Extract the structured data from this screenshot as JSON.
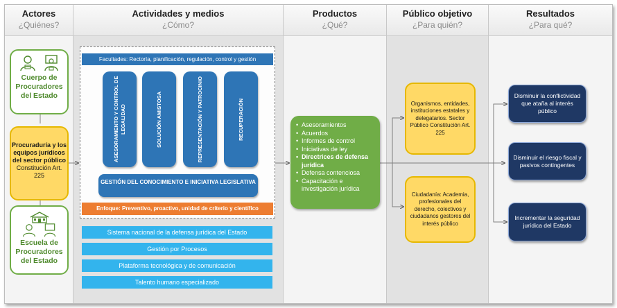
{
  "columns": [
    {
      "title": "Actores",
      "subtitle": "¿Quiénes?"
    },
    {
      "title": "Actividades y medios",
      "subtitle": "¿Cómo?"
    },
    {
      "title": "Productos",
      "subtitle": "¿Qué?"
    },
    {
      "title": "Público objetivo",
      "subtitle": "¿Para quién?"
    },
    {
      "title": "Resultados",
      "subtitle": "¿Para qué?"
    }
  ],
  "actors": {
    "top": "Cuerpo de Procuradores del Estado",
    "middle_bold": "Procuraduría y los equipos jurídicos del sector público",
    "middle_note": "Constitución Art. 225",
    "bottom": "Escuela de Procuradores del Estado",
    "icon_names": [
      "procurador-icon",
      "lawyer-icon",
      "school-icon"
    ]
  },
  "activities": {
    "facultades": "Facultades: Rectoría, planificación, regulación, control y gestión",
    "pillars": [
      "ASESORAMIENTO Y CONTROL DE LEGALIDAD",
      "SOLUCIÓN AMISTOSA",
      "REPRESENTACIÓN Y PATROCINIO",
      "RECUPERACIÓN"
    ],
    "gestion": "GESTIÓN DEL CONOCIMIENTO E INICIATIVA LEGISLATIVA",
    "enfoque": "Enfoque: Preventivo, proactivo, unidad de criterio y científico",
    "supports": [
      "Sistema nacional de la defensa jurídica del Estado",
      "Gestión por Procesos",
      "Plataforma tecnológica y de comunicación",
      "Talento humano especializado"
    ]
  },
  "products": [
    "Asesoramientos",
    "Acuerdos",
    "Informes de control",
    "Iniciativas de ley",
    "Directrices de defensa jurídica",
    "Defensa contenciosa",
    "Capacitación e investigación jurídica"
  ],
  "audience": [
    "Organismos, entidades, instituciones estatales y delegatarios. Sector Público Constitución Art. 225",
    "Ciudadanía: Academia, profesionales del derecho, colectivos y ciudadanos gestores del interés público"
  ],
  "results": [
    "Disminuir la conflictividad que ataña al interés público",
    "Disminuir el riesgo fiscal y pasivos contingentes",
    "Incrementar la seguridad jurídica del Estado"
  ],
  "colors": {
    "green": "#70ad47",
    "yellow": "#ffd966",
    "blue": "#2e75b6",
    "orange": "#ed7d31",
    "cyan": "#33b4ed",
    "navy": "#1f3864"
  }
}
